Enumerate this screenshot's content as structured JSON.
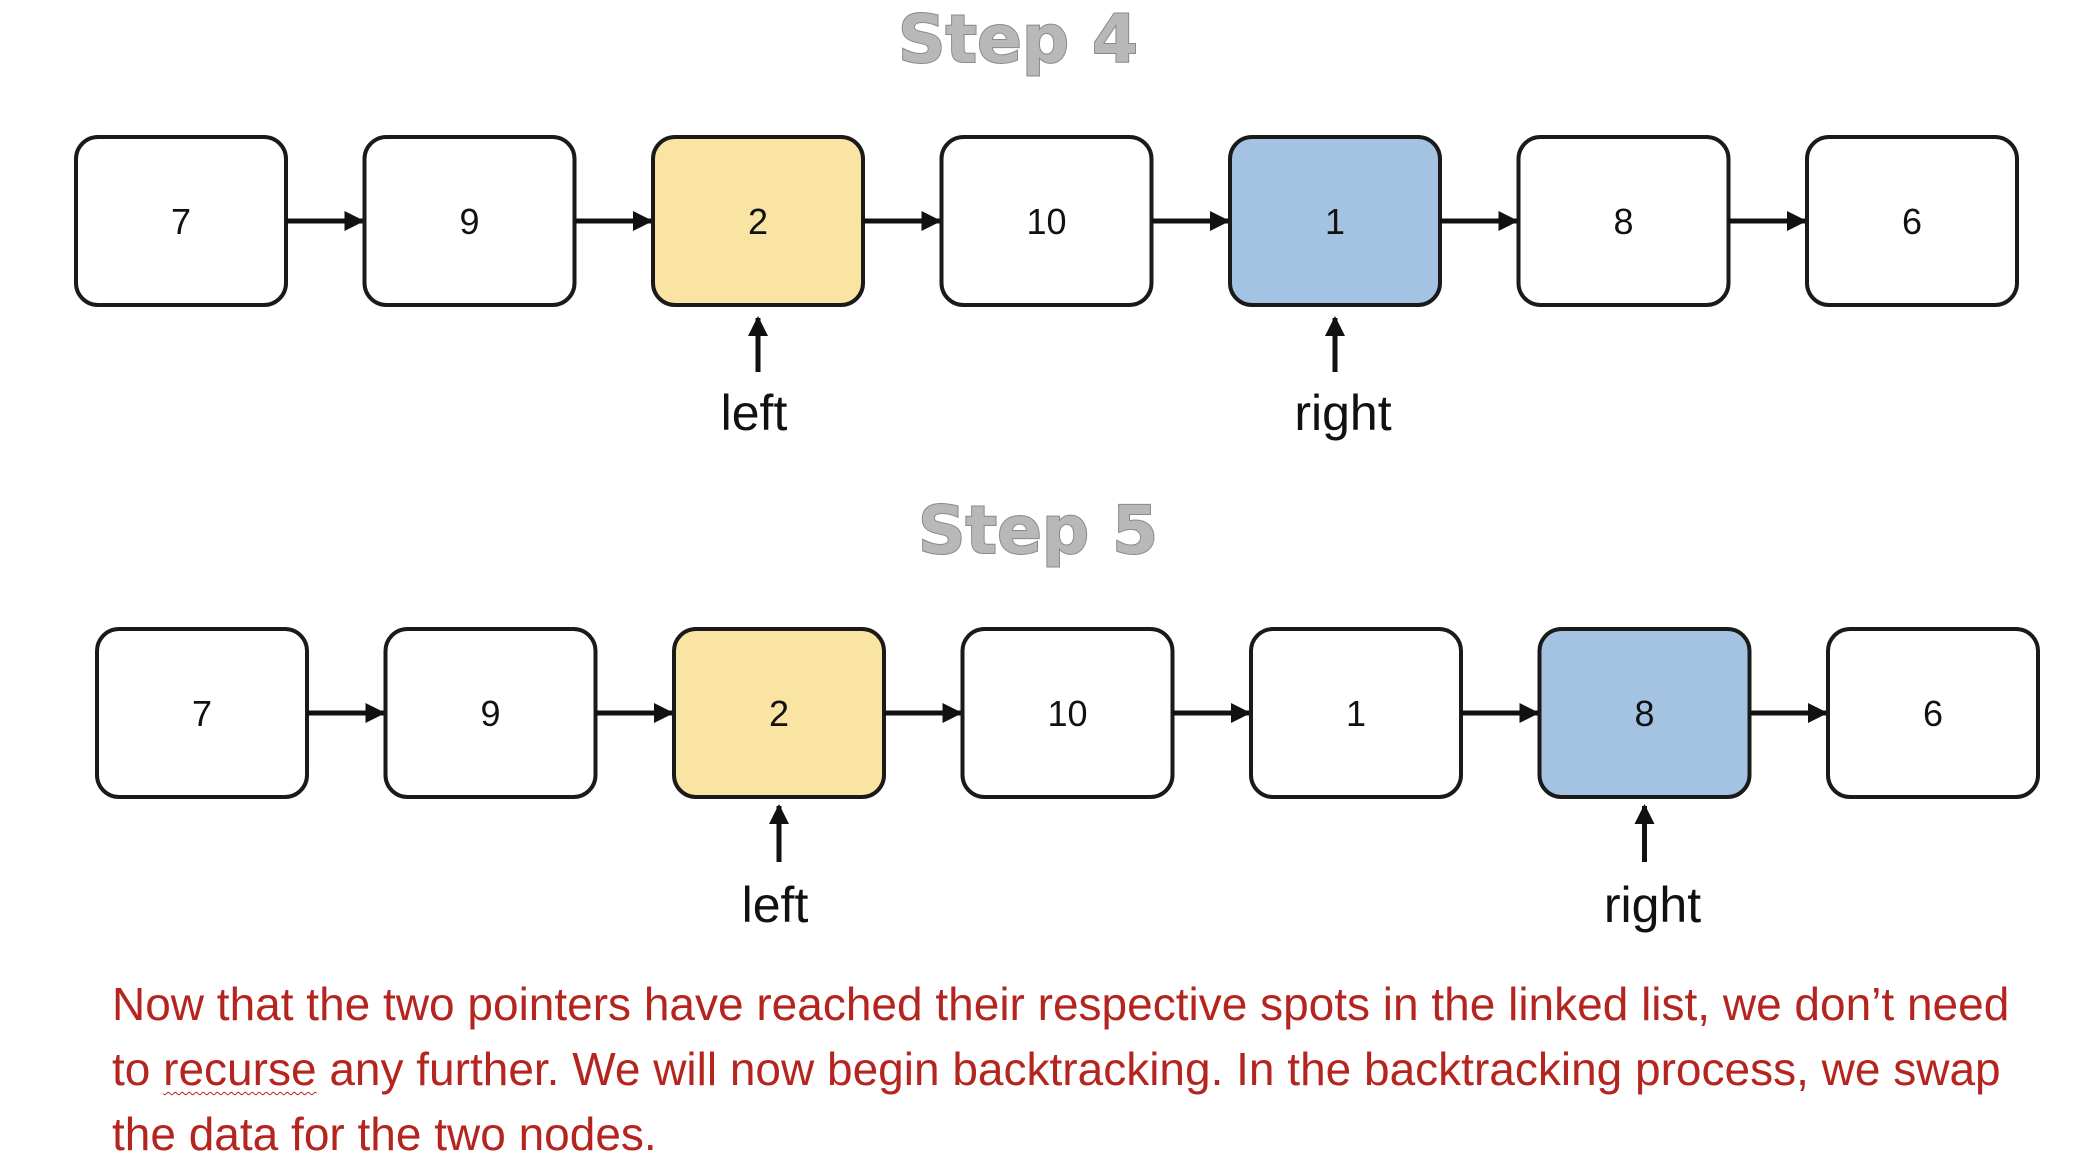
{
  "colors": {
    "left_highlight": "#f9e4a3",
    "right_highlight": "#a4c3e3",
    "default_node": "#ffffff",
    "caption": "#b5251f"
  },
  "steps": [
    {
      "title": "Step 4",
      "nodes": [
        "7",
        "9",
        "2",
        "10",
        "1",
        "8",
        "6"
      ],
      "left_index": 2,
      "right_index": 4,
      "left_label": "left",
      "right_label": "right"
    },
    {
      "title": "Step 5",
      "nodes": [
        "7",
        "9",
        "2",
        "10",
        "1",
        "8",
        "6"
      ],
      "left_index": 2,
      "right_index": 5,
      "left_label": "left",
      "right_label": "right"
    }
  ],
  "caption": {
    "before": "Now that the two pointers have reached their respective spots in the linked list, we don’t need to ",
    "marked_word": "recurse",
    "after": " any further. We will now begin backtracking. In the backtracking process, we swap the data for the two nodes."
  }
}
